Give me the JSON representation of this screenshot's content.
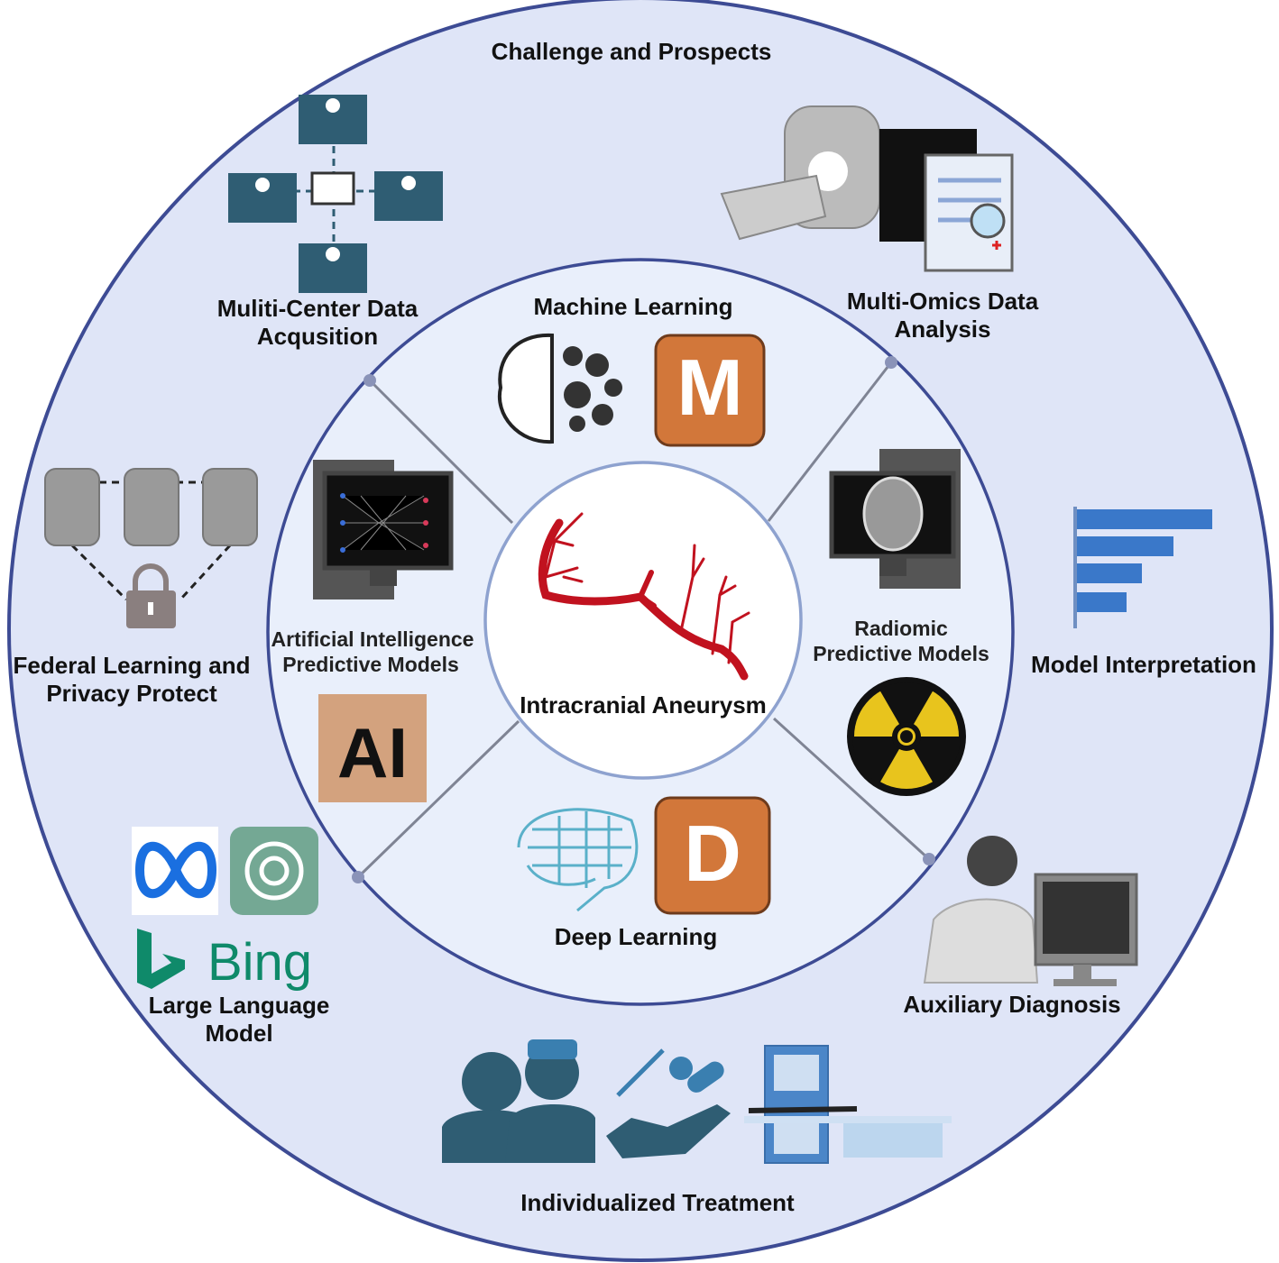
{
  "title": "Challenge and Prospects",
  "center": {
    "label": "Intracranial Aneurysm",
    "icon": "blood-vessel-icon"
  },
  "inner_sections": {
    "machine_learning": {
      "label": "Machine Learning",
      "badge": "M",
      "icons": [
        "brain-gears-icon"
      ]
    },
    "ai_models": {
      "line1": "Artificial Intelligence",
      "line2": "Predictive Models",
      "badge": "AI",
      "icons": [
        "neural-network-monitor-icon"
      ]
    },
    "radiomic_models": {
      "line1": "Radiomic",
      "line2": "Predictive Models",
      "icons": [
        "ct-scan-monitor-icon",
        "radiation-icon"
      ]
    },
    "deep_learning": {
      "label": "Deep Learning",
      "badge": "D",
      "icons": [
        "circuit-brain-icon"
      ]
    }
  },
  "outer_sections": {
    "multi_center": {
      "line1": "Muliti-Center Data",
      "line2": "Acqusition",
      "icons": [
        "hospital-network-icon"
      ]
    },
    "multi_omics": {
      "line1": "Multi-Omics Data",
      "line2": "Analysis",
      "icons": [
        "mri-scanner-icon",
        "clipboard-icon"
      ]
    },
    "federal_learning": {
      "line1": "Federal Learning and",
      "line2": "Privacy Protect",
      "icons": [
        "database-icon",
        "lock-icon"
      ]
    },
    "model_interpretation": {
      "label": "Model Interpretation",
      "icons": [
        "bar-chart-icon"
      ]
    },
    "llm": {
      "line1": "Large Language",
      "line2": "Model",
      "bing_text": "Bing",
      "icons": [
        "meta-logo-icon",
        "chatgpt-logo-icon",
        "bing-logo-icon"
      ]
    },
    "auxiliary_diagnosis": {
      "label": "Auxiliary Diagnosis",
      "icons": [
        "doctor-monitor-icon"
      ]
    },
    "individualized_treatment": {
      "label": "Individualized Treatment",
      "icons": [
        "doctors-icon",
        "medicine-hand-icon",
        "ct-bed-icon"
      ]
    }
  },
  "colors": {
    "outer_fill": "#dfe5f7",
    "outer_stroke": "#3d4b94",
    "middle_fill": "#e9effb",
    "inner_stroke": "#8ea2cf",
    "badge_orange": "#d2773a",
    "vessel_red": "#c1121f",
    "hospital_teal": "#2f5d73",
    "bing_green": "#0f8a6a"
  }
}
